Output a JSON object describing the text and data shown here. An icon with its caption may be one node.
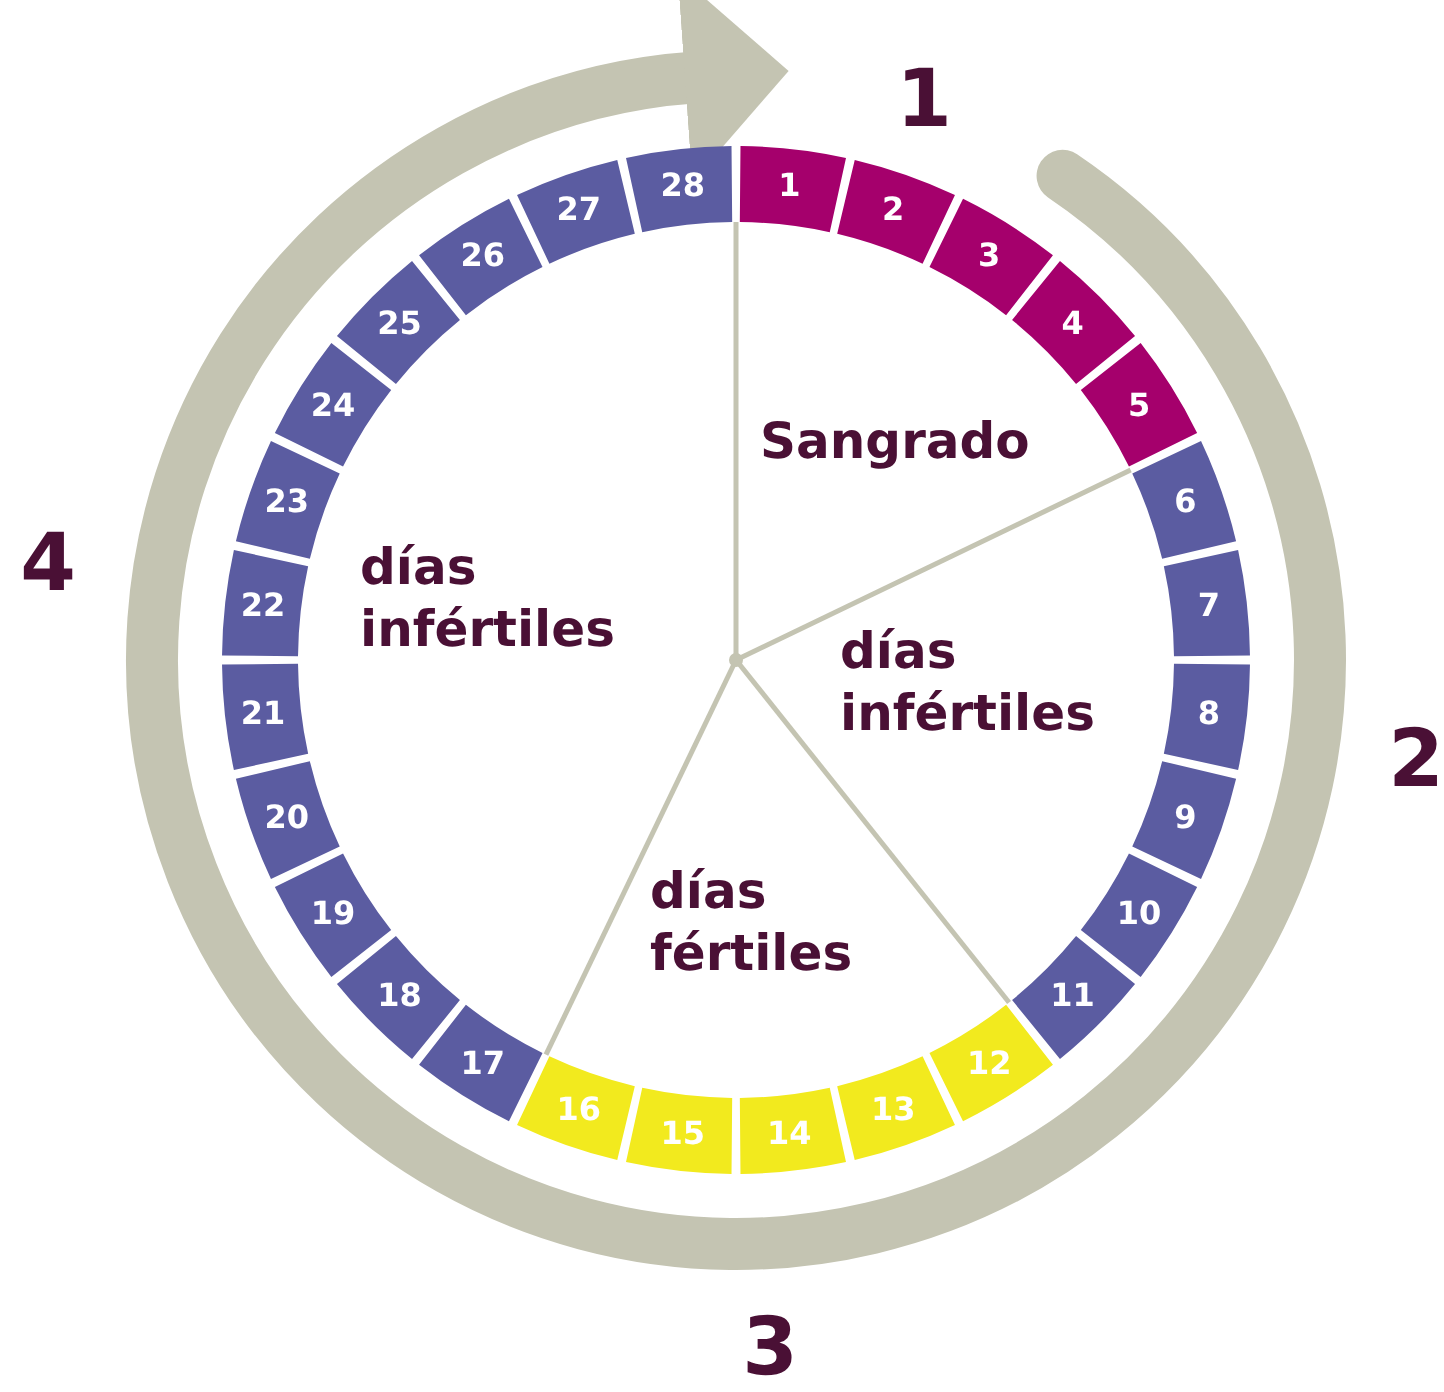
{
  "diagram": {
    "nodes": [
      {
        "text": [
          "1"
        ]
      },
      {
        "text": [
          "2"
        ]
      },
      {
        "text": [
          "3"
        ]
      },
      {
        "text": [
          "4"
        ]
      },
      {
        "text": [
          "5"
        ]
      },
      {
        "text": [
          "6"
        ]
      },
      {
        "text": [
          "7"
        ]
      },
      {
        "text": [
          "8"
        ]
      },
      {
        "text": [
          "9"
        ]
      },
      {
        "text": [
          "10"
        ]
      },
      {
        "text": [
          "11"
        ]
      },
      {
        "text": [
          "12"
        ]
      },
      {
        "text": [
          "13"
        ]
      },
      {
        "text": [
          "14"
        ]
      },
      {
        "text": [
          "15"
        ]
      },
      {
        "text": [
          "16"
        ]
      },
      {
        "text": [
          "17"
        ]
      },
      {
        "text": [
          "18"
        ]
      },
      {
        "text": [
          "19"
        ]
      },
      {
        "text": [
          "20"
        ]
      },
      {
        "text": [
          "21"
        ]
      },
      {
        "text": [
          "22"
        ]
      },
      {
        "text": [
          "23"
        ]
      },
      {
        "text": [
          "24"
        ]
      },
      {
        "text": [
          "25"
        ]
      },
      {
        "text": [
          "26"
        ]
      },
      {
        "text": [
          "27"
        ]
      },
      {
        "text": [
          "28"
        ]
      },
      {
        "text": [
          "Sangrado"
        ]
      },
      {
        "text": [
          "días infértiles"
        ]
      },
      {
        "text": [
          "días fértiles"
        ]
      },
      {
        "text": [
          "días infértiles"
        ]
      }
    ],
    "edges": [],
    "labels": [
      "1",
      "2",
      "3",
      "4"
    ]
  }
}
